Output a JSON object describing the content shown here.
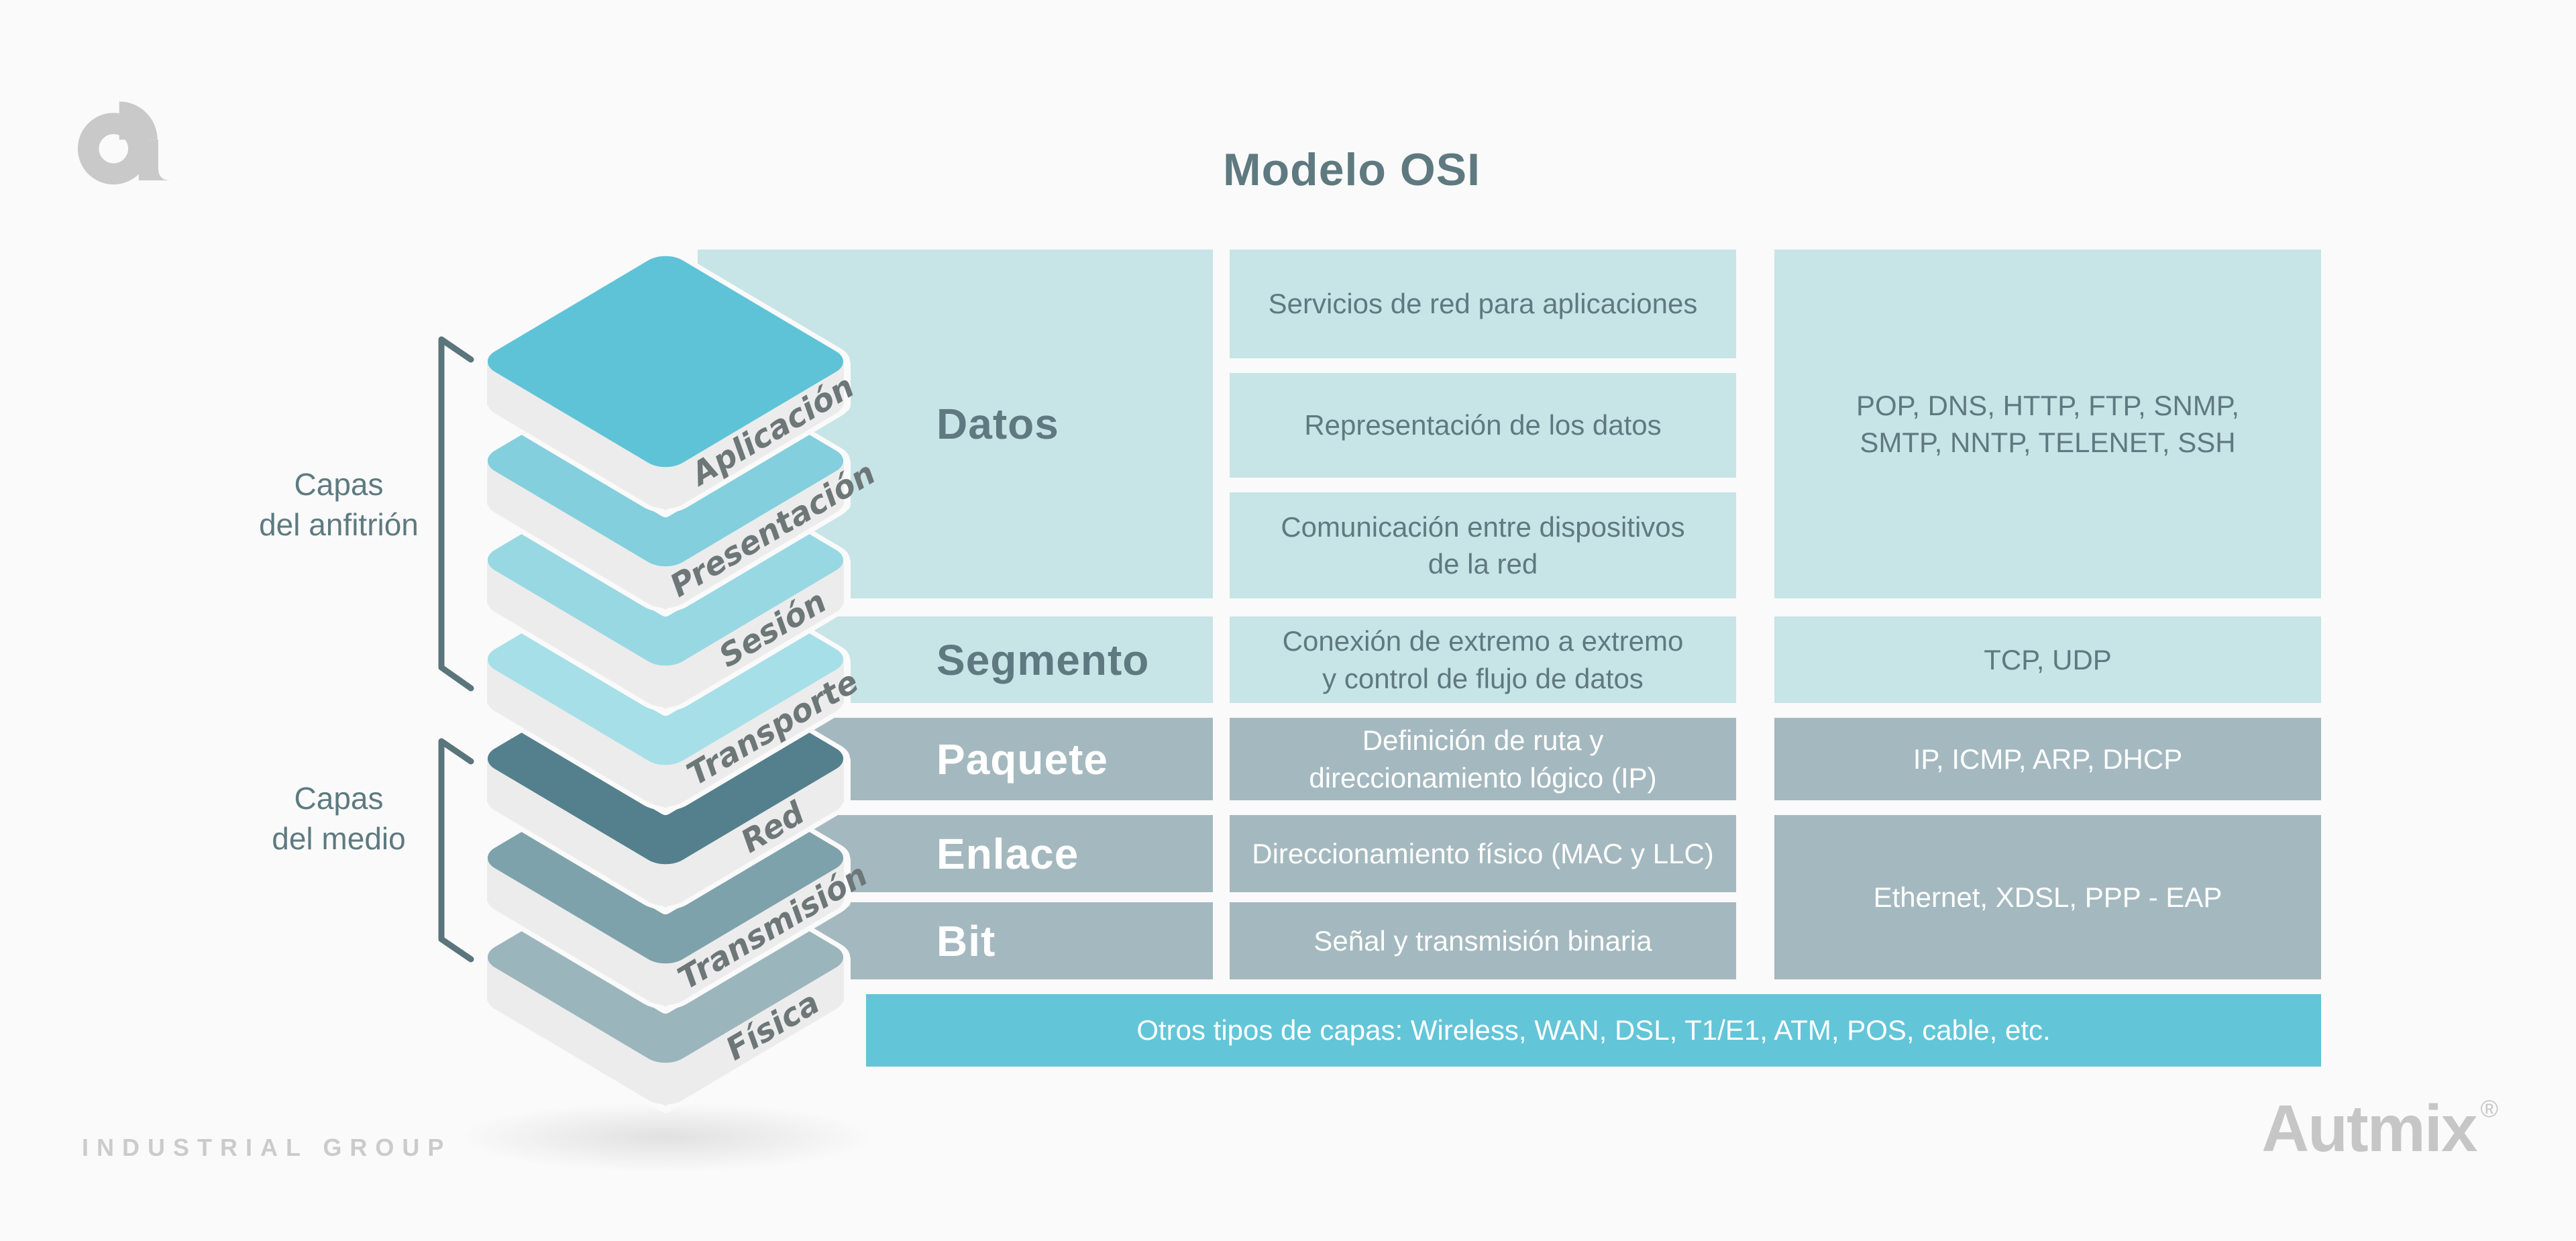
{
  "title": "Modelo OSI",
  "theme": {
    "bg": "#FAFAFA",
    "light_box": "#C7E4E7",
    "dark_box": "#A4B9BF",
    "bar": "#63C5D8",
    "dark_text": "#5E7A80",
    "light_text": "#FFFFFF",
    "bracket": "#5A757B",
    "stack_side": "#ECECEC",
    "stack_label": "#6E7778",
    "logo_gray": "#C9C9C9"
  },
  "groups": {
    "host": {
      "label": "Capas\ndel anfitrión"
    },
    "media": {
      "label": "Capas\ndel medio"
    }
  },
  "stack": {
    "layers": [
      {
        "name": "Aplicación",
        "color": "#5FC3D7"
      },
      {
        "name": "Presentación",
        "color": "#83CFDD"
      },
      {
        "name": "Sesión",
        "color": "#98D8E3"
      },
      {
        "name": "Transporte",
        "color": "#A6DFE8"
      },
      {
        "name": "Red",
        "color": "#54808D"
      },
      {
        "name": "Transmisión",
        "color": "#7EA2AB"
      },
      {
        "name": "Física",
        "color": "#9BB5BC"
      }
    ]
  },
  "table": {
    "datos": {
      "unit": "Datos",
      "descriptions": [
        "Servicios de red para aplicaciones",
        "Representación de los datos",
        "Comunicación entre dispositivos\nde la red"
      ],
      "protocols": "POP, DNS, HTTP, FTP, SNMP,\nSMTP, NNTP, TELENET, SSH"
    },
    "segmento": {
      "unit": "Segmento",
      "description": "Conexión de extremo a extremo\ny control de flujo de datos",
      "protocols": "TCP, UDP"
    },
    "paquete": {
      "unit": "Paquete",
      "description": "Definición de ruta y\ndireccionamiento lógico (IP)",
      "protocols": "IP, ICMP, ARP, DHCP"
    },
    "enlace": {
      "unit": "Enlace",
      "description": "Direccionamiento físico (MAC y LLC)"
    },
    "bit": {
      "unit": "Bit",
      "description": "Señal y transmisión binaria"
    },
    "enlace_bit_protocols": "Ethernet, XDSL, PPP - EAP",
    "footer_bar": "Otros tipos de capas: Wireless, WAN, DSL, T1/E1, ATM, POS, cable, etc."
  },
  "footer": {
    "left": "INDUSTRIAL GROUP",
    "brand": "Autmix",
    "registered": "®"
  }
}
